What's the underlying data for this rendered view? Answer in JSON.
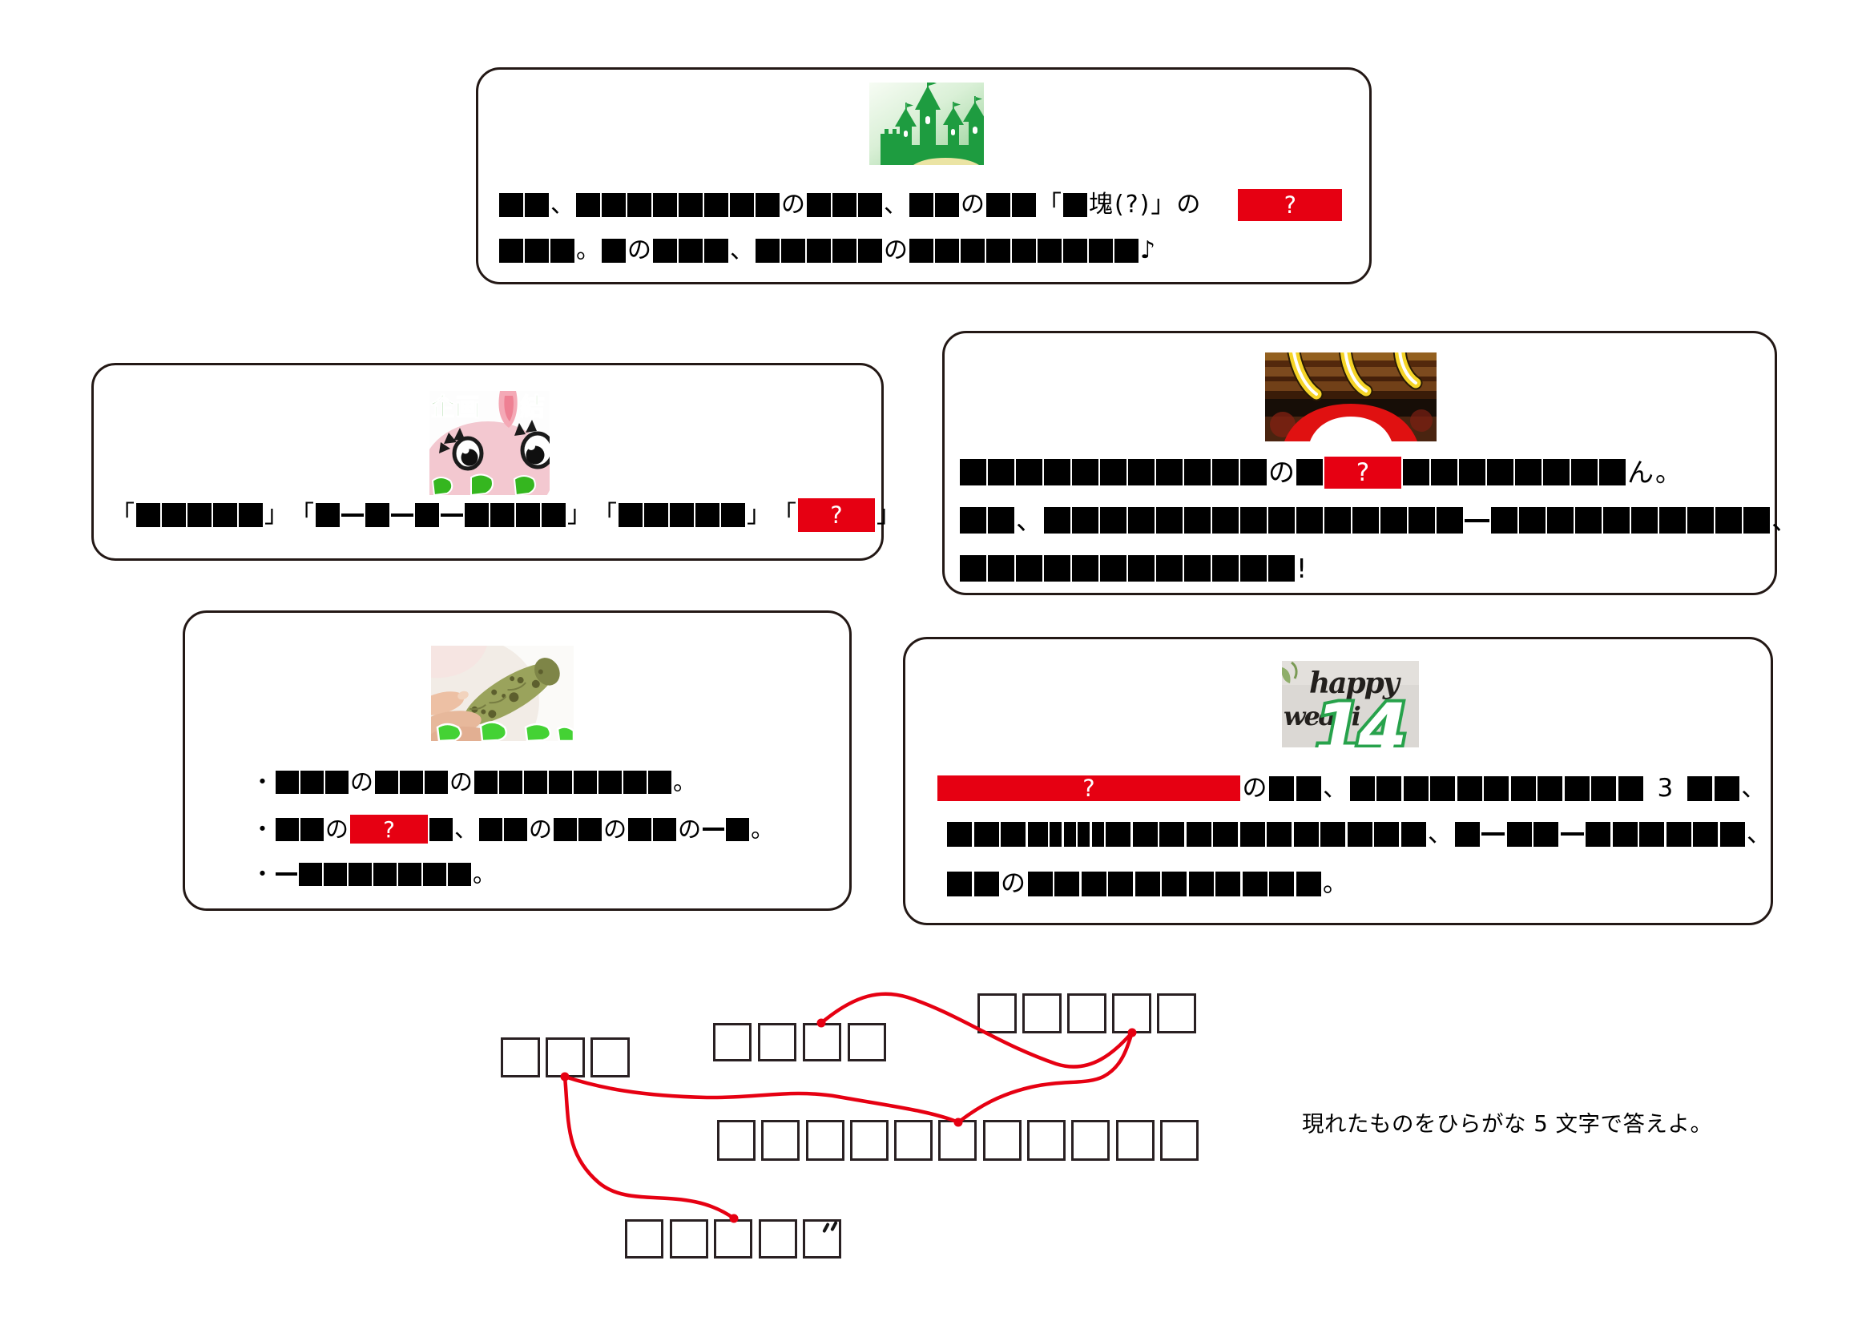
{
  "instruction": "現れたものをひらがな 5 文字で答えよ。",
  "colors": {
    "accent_red": "#e60012",
    "block_black": "#000000",
    "card_border": "#231815"
  },
  "cards": {
    "castle": {
      "image_desc": "green-castle-illustration",
      "lines": [
        {
          "pattern": "##、########の###、##の##「#塊(?)」の   [?:130]",
          "block": 30,
          "gap": 2,
          "font": 30,
          "redh": 40
        },
        {
          "pattern": "###。#の###、#####の#########♪",
          "block": 30,
          "gap": 2,
          "font": 30,
          "redh": 40
        }
      ]
    },
    "mascot": {
      "image_desc": "pink-mascot-photo",
      "image_labels": {
        "top_left": "企画",
        "top_right": "結"
      },
      "lines": [
        {
          "pattern": "「#####」「#-#-#-####」「#####」「[?:96]」",
          "block": 30,
          "gap": 2,
          "font": 30,
          "redh": 42
        }
      ]
    },
    "lantern": {
      "image_desc": "red-lantern-signboard-photo",
      "lines": [
        {
          "pattern": "###########の#[?:96]########ん。",
          "block": 33,
          "gap": 2,
          "font": 33,
          "redh": 40
        },
        {
          "pattern": "##、###############-##########、",
          "block": 33,
          "gap": 2,
          "font": 33,
          "redh": 40
        },
        {
          "pattern": "############!",
          "block": 33,
          "gap": 2,
          "font": 33,
          "redh": 40
        }
      ]
    },
    "wasabi": {
      "image_desc": "hand-holding-wasabi-root-photo",
      "lines": [
        {
          "pattern": "・###の###の########。",
          "block": 29,
          "gap": 2,
          "font": 29,
          "redh": 36
        },
        {
          "pattern": "・##の[?:97]#、##の##の##の-#。",
          "block": 29,
          "gap": 2,
          "font": 29,
          "redh": 36
        },
        {
          "pattern": "・-#######。",
          "block": 29,
          "gap": 2,
          "font": 29,
          "redh": 36
        }
      ]
    },
    "cake": {
      "image_desc": "happy-wedding-14-cake-photo",
      "image_labels": {
        "line1": "happy",
        "line2": "weddi",
        "number": "14"
      },
      "lines": [
        {
          "pattern": "[?:378]の##、########### 3 ##、",
          "block": 31,
          "gap": 2.5,
          "font": 31,
          "redh": 32
        },
        {
          "pattern": "###miiii############、#-##-######、",
          "block": 31,
          "gap": 2.5,
          "font": 31,
          "redh": 32
        },
        {
          "pattern": "##の###########。",
          "block": 31,
          "gap": 2.5,
          "font": 31,
          "redh": 32
        }
      ]
    }
  },
  "answer": {
    "rows": [
      {
        "name": "row-a",
        "count": 4,
        "size": 48,
        "gap": 8,
        "h": 48
      },
      {
        "name": "row-b",
        "count": 5,
        "size": 49,
        "gap": 7,
        "h": 50
      },
      {
        "name": "row-c",
        "count": 3,
        "size": 49,
        "gap": 7,
        "h": 50
      },
      {
        "name": "row-d",
        "count": 11,
        "size": 48,
        "gap": 7.3,
        "h": 51
      },
      {
        "name": "row-e",
        "count": 5,
        "size": 48,
        "gap": 7.5,
        "h": 49
      }
    ],
    "dakuten_mark": "゛"
  }
}
